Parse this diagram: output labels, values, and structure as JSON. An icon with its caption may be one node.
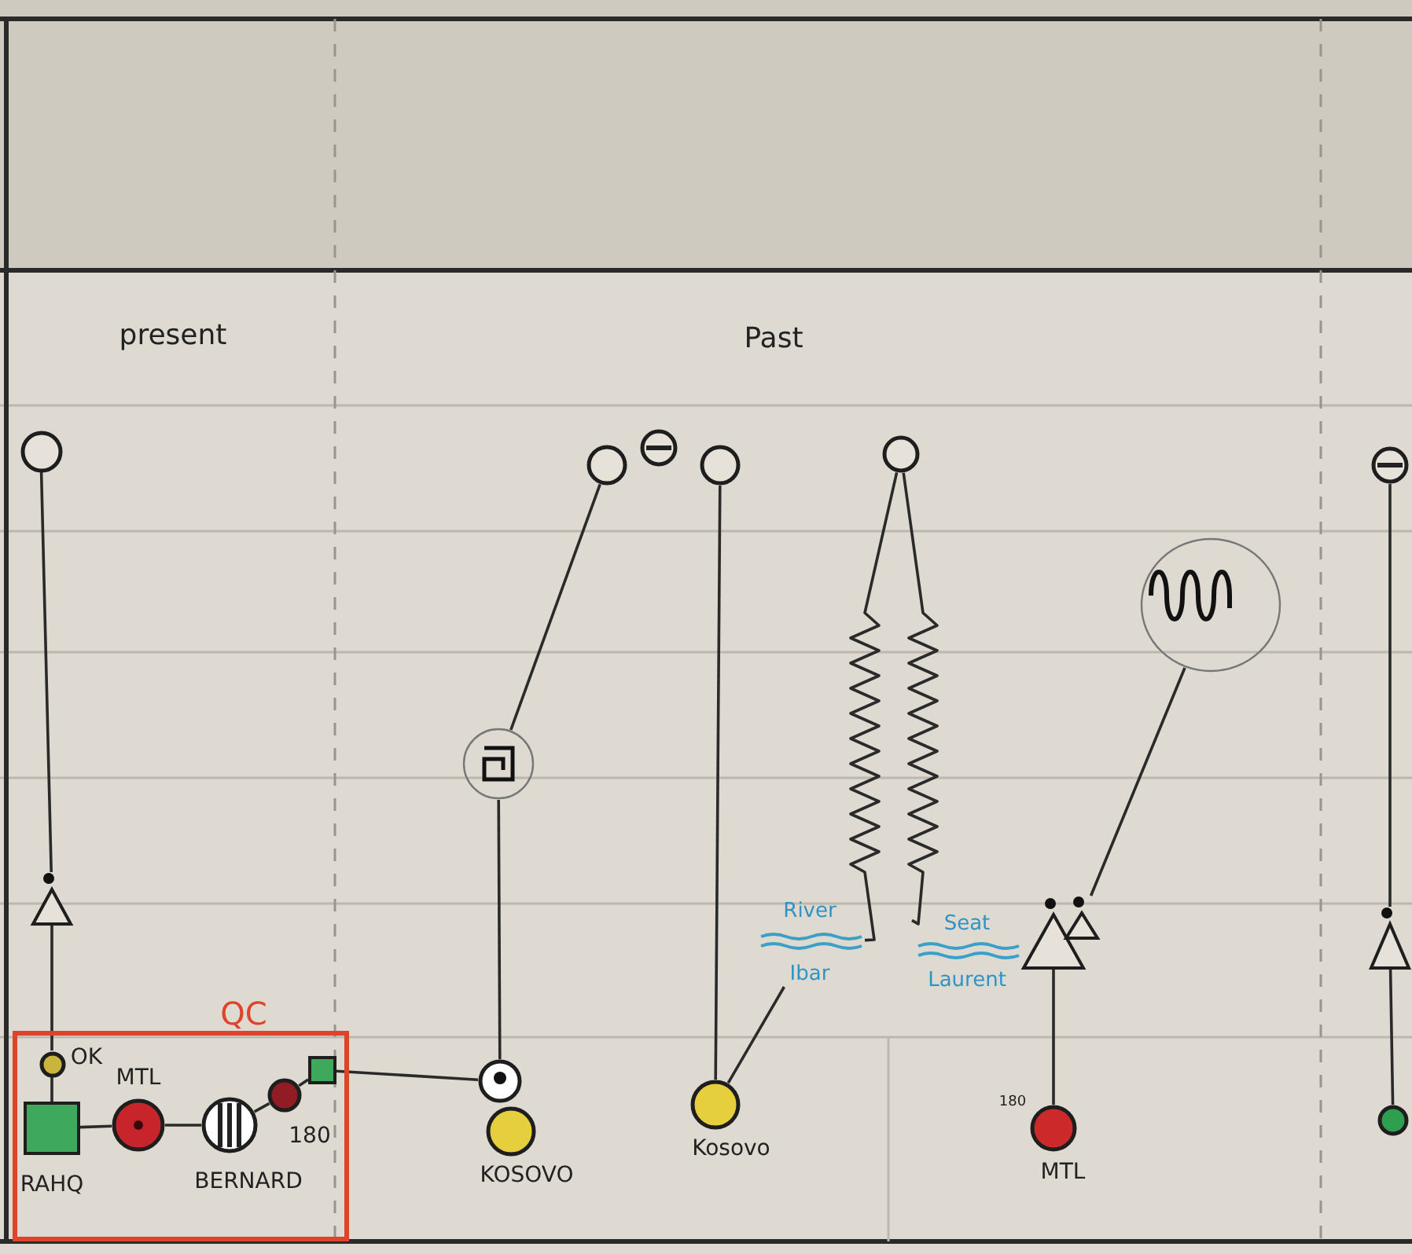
{
  "diagram": {
    "nodes": [
      {
        "text": [
          "QC"
        ]
      },
      {
        "text": [
          "OK"
        ],
        "in": 0
      },
      {
        "text": [
          "RAHQ"
        ],
        "in": 0
      },
      {
        "text": [
          "MTL"
        ],
        "in": 0
      },
      {
        "text": [
          "BERNARD"
        ],
        "in": 0
      },
      {
        "text": [
          "180"
        ],
        "in": 0
      },
      {
        "text": [],
        "shape": "box",
        "in": 0
      },
      {
        "text": [],
        "shape": "circle"
      },
      {
        "text": [
          "KOSOVO"
        ]
      },
      {
        "text": [
          "Kosovo"
        ]
      },
      {
        "text": [
          "MTL"
        ],
        "beside": [
          "180"
        ]
      },
      {
        "text": [],
        "shape": "circle"
      },
      {
        "text": [],
        "shape": "circle"
      },
      {
        "text": [],
        "shape": "circle"
      },
      {
        "text": [],
        "shape": "circle"
      },
      {
        "text": [],
        "shape": "circle"
      },
      {
        "text": [],
        "shape": "circle"
      },
      {
        "text": [],
        "shape": "circle"
      },
      {
        "text": [],
        "shape": "picture"
      },
      {
        "text": [],
        "shape": "triangle"
      },
      {
        "text": [],
        "shape": "triangle"
      },
      {
        "text": [],
        "shape": "triangle"
      },
      {
        "text": [],
        "shape": "triangle"
      },
      {
        "text": [
          "River",
          "Ibar"
        ]
      },
      {
        "text": [
          "Seat",
          "Laurent"
        ]
      },
      {
        "text": [],
        "shape": "picture"
      }
    ],
    "edges": [
      {
        "from": 12,
        "to": 19,
        "arrow": "none"
      },
      {
        "from": 19,
        "to": 1,
        "arrow": "none"
      },
      {
        "from": 1,
        "to": 2,
        "arrow": "none"
      },
      {
        "from": 2,
        "to": 3,
        "arrow": "none"
      },
      {
        "from": 3,
        "to": 4,
        "arrow": "none"
      },
      {
        "from": 4,
        "to": 5,
        "arrow": "none"
      },
      {
        "from": 5,
        "to": 6,
        "arrow": "none"
      },
      {
        "from": 6,
        "to": 7,
        "arrow": "none"
      },
      {
        "from": 13,
        "to": 18,
        "arrow": "none"
      },
      {
        "from": 18,
        "to": 7,
        "arrow": "none"
      },
      {
        "from": 15,
        "to": 9,
        "arrow": "none"
      },
      {
        "from": 16,
        "to": 23,
        "arrow": "none"
      },
      {
        "from": 16,
        "to": 24,
        "arrow": "none"
      },
      {
        "from": 23,
        "to": 9,
        "arrow": "none"
      },
      {
        "from": 25,
        "to": 21,
        "arrow": "none"
      },
      {
        "from": 20,
        "to": 10,
        "arrow": "none"
      },
      {
        "from": 17,
        "to": 22,
        "arrow": "none"
      },
      {
        "from": 22,
        "to": 11,
        "arrow": "none"
      }
    ],
    "labels": [
      "present",
      "Past"
    ]
  }
}
